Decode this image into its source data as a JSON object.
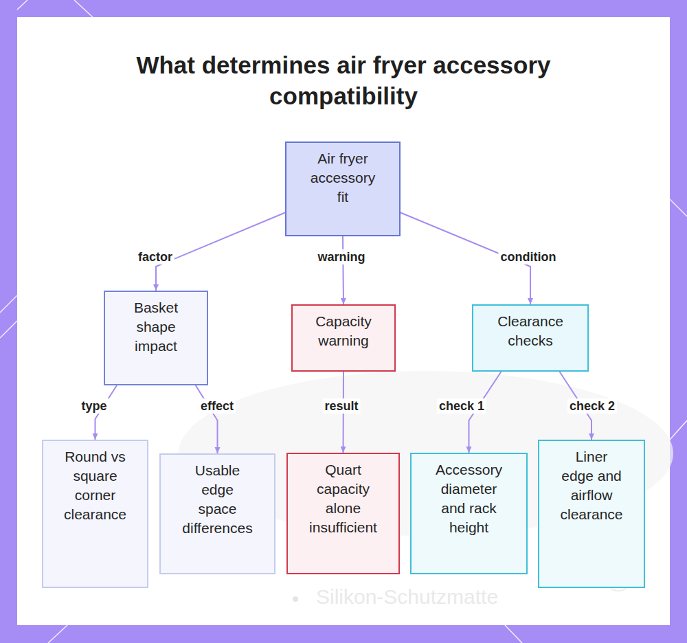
{
  "diagram": {
    "title": "What determines air fryer accessory compatibility",
    "nodes": [
      {
        "text": [
          "Air fryer accessory fit"
        ]
      },
      {
        "text": [
          "Basket shape impact"
        ]
      },
      {
        "text": [
          "Capacity warning"
        ]
      },
      {
        "text": [
          "Clearance checks"
        ]
      },
      {
        "text": [
          "Round vs square corner clearance"
        ]
      },
      {
        "text": [
          "Usable edge space differences"
        ]
      },
      {
        "text": [
          "Quart capacity alone insufficient"
        ]
      },
      {
        "text": [
          "Accessory diameter and rack height"
        ]
      },
      {
        "text": [
          "Liner edge and airflow clearance"
        ]
      }
    ],
    "edges": [
      {
        "from": 0,
        "to": 1,
        "label": "factor",
        "arrow": "to"
      },
      {
        "from": 0,
        "to": 2,
        "label": "warning",
        "arrow": "to"
      },
      {
        "from": 0,
        "to": 3,
        "label": "condition",
        "arrow": "to"
      },
      {
        "from": 1,
        "to": 4,
        "label": "type",
        "arrow": "to"
      },
      {
        "from": 1,
        "to": 5,
        "label": "effect",
        "arrow": "to"
      },
      {
        "from": 2,
        "to": 6,
        "label": "result",
        "arrow": "to"
      },
      {
        "from": 3,
        "to": 7,
        "label": "check 1",
        "arrow": "to"
      },
      {
        "from": 3,
        "to": 8,
        "label": "check 2",
        "arrow": "to"
      }
    ],
    "labels": [
      "Silikon-Schutzmatte"
    ]
  }
}
